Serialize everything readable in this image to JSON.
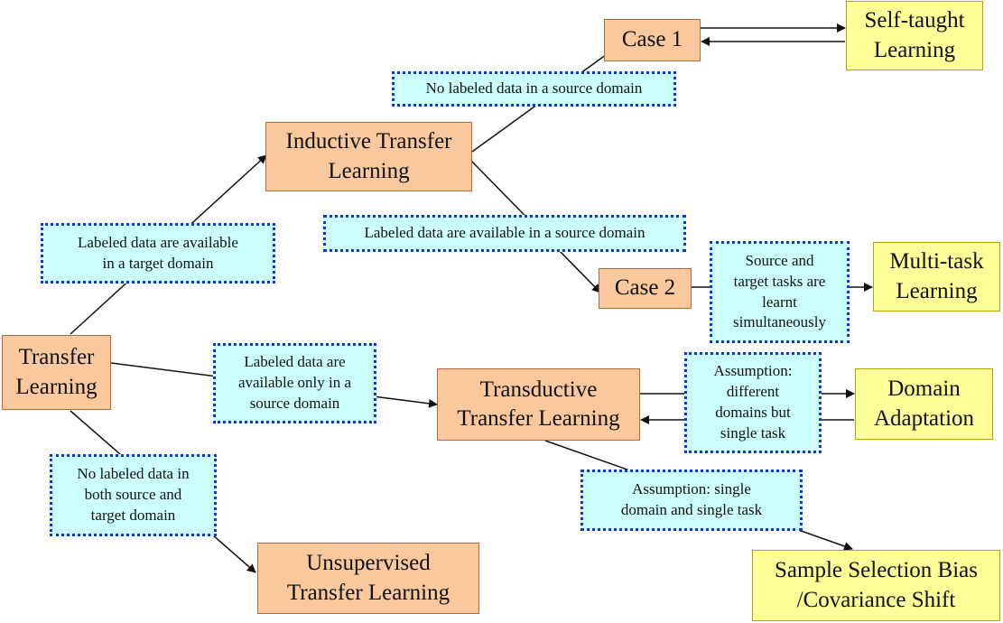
{
  "nodes": {
    "transfer": [
      "Transfer",
      "Learning"
    ],
    "inductive": [
      "Inductive Transfer",
      "Learning"
    ],
    "transductive": [
      "Transductive",
      "Transfer Learning"
    ],
    "unsupervised": [
      "Unsupervised",
      "Transfer Learning"
    ],
    "case1": [
      "Case 1"
    ],
    "case2": [
      "Case 2"
    ],
    "self_taught": [
      "Self-taught",
      "Learning"
    ],
    "multi_task": [
      "Multi-task",
      "Learning"
    ],
    "domain_adaptation": [
      "Domain",
      "Adaptation"
    ],
    "sample_selection": [
      "Sample Selection Bias",
      "/Covariance Shift"
    ]
  },
  "conditions": {
    "labeled_target": [
      "Labeled data are available",
      "in a target domain"
    ],
    "no_labeled_source": [
      "No labeled data in a source domain"
    ],
    "labeled_source": [
      "Labeled data are available in a source domain"
    ],
    "labeled_only_source": [
      "Labeled data are",
      "available only in a",
      "source domain"
    ],
    "no_labeled_both": [
      "No labeled data in",
      "both source and",
      "target domain"
    ],
    "simultaneous": [
      "Source and",
      "target tasks are",
      "learnt",
      "simultaneously"
    ],
    "different_domains": [
      "Assumption:",
      "different",
      "domains but",
      "single task"
    ],
    "single_domain": [
      "Assumption: single",
      "domain and single task"
    ]
  },
  "colors": {
    "method_fill": "#f9c89c",
    "setting_fill": "#ffff99",
    "condition_fill": "#ccffff",
    "condition_border": "#1a2fd6"
  }
}
